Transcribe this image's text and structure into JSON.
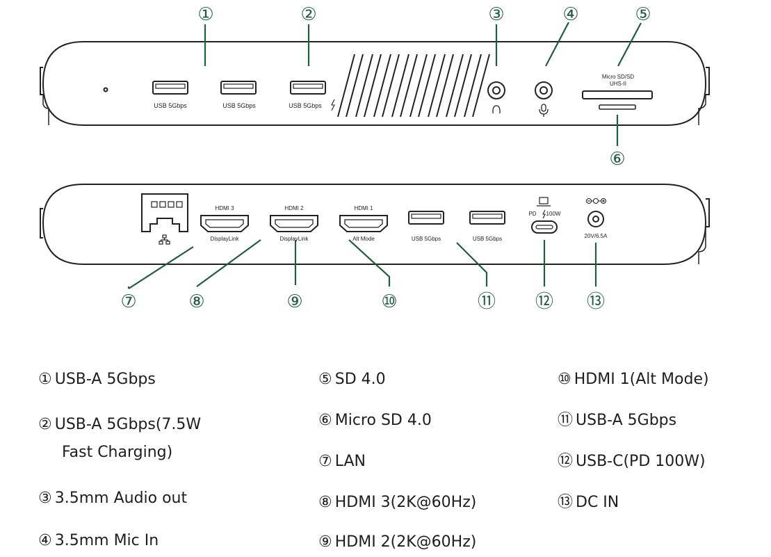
{
  "colors": {
    "accent": "#1e5e3c",
    "outline": "#222222"
  },
  "front_panel": {
    "port_labels": [
      "USB 5Gbps",
      "USB 5Gbps",
      "USB 5Gbps"
    ],
    "sd_label_line1": "Micro SD/SD",
    "sd_label_line2": "UHS-II"
  },
  "back_panel": {
    "hdmi3_top": "HDMI 3",
    "hdmi3_bottom": "DisplayLink",
    "hdmi2_top": "HDMI 2",
    "hdmi2_bottom": "DisplayLink",
    "hdmi1_top": "HDMI 1",
    "hdmi1_bottom": "Alt Mode",
    "usb_a_1": "USB 5Gbps",
    "usb_a_2": "USB 5Gbps",
    "pd_label_pd": "PD",
    "pd_label_watts": "100W",
    "dc_label": "20V/6.5A"
  },
  "callouts": [
    "①",
    "②",
    "③",
    "④",
    "⑤",
    "⑥",
    "⑦",
    "⑧",
    "⑨",
    "⑩",
    "⑪",
    "⑫",
    "⑬"
  ],
  "legend": {
    "col1": [
      {
        "num": "①",
        "text": "USB-A 5Gbps"
      },
      {
        "num": "②",
        "text": "USB-A 5Gbps(7.5W",
        "text2": "Fast Charging)"
      },
      {
        "num": "③",
        "text": "3.5mm Audio out"
      },
      {
        "num": "④",
        "text": "3.5mm Mic In"
      }
    ],
    "col2": [
      {
        "num": "⑤",
        "text": "SD 4.0"
      },
      {
        "num": "⑥",
        "text": "Micro SD 4.0"
      },
      {
        "num": "⑦",
        "text": "LAN"
      },
      {
        "num": "⑧",
        "text": "HDMI 3(2K@60Hz)"
      },
      {
        "num": "⑨",
        "text": "HDMI 2(2K@60Hz)"
      }
    ],
    "col3": [
      {
        "num": "⑩",
        "text": "HDMI 1(Alt Mode)"
      },
      {
        "num": "⑪",
        "text": "USB-A 5Gbps"
      },
      {
        "num": "⑫",
        "text": "USB-C(PD 100W)"
      },
      {
        "num": "⑬",
        "text": "DC IN"
      }
    ]
  }
}
